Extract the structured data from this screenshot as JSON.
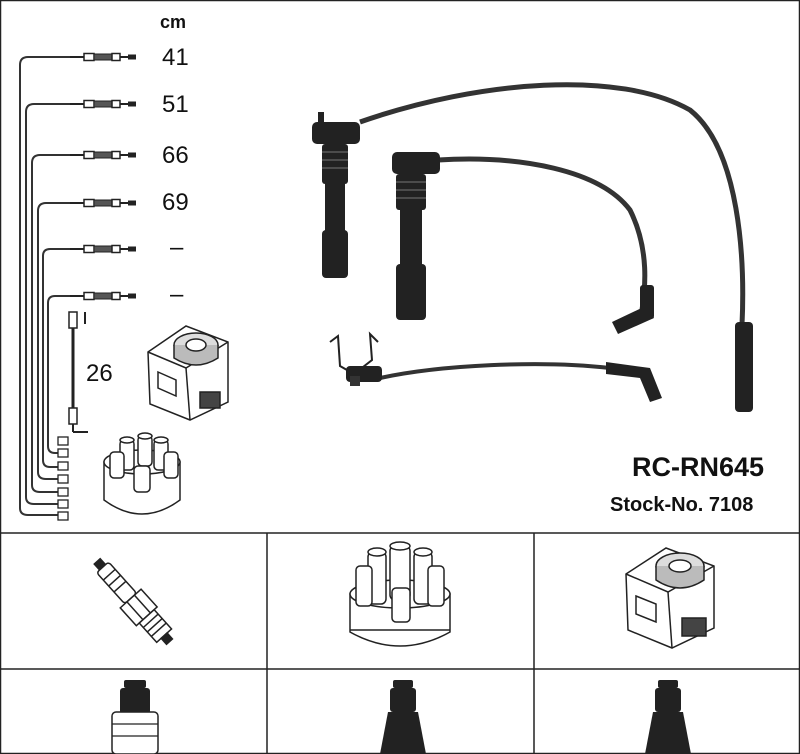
{
  "diagram": {
    "unit": "cm",
    "lengths": [
      "41",
      "51",
      "66",
      "69",
      "–",
      "–"
    ],
    "coil_lead_length": "26",
    "product_code": "RC-RN645",
    "stock_number": "Stock-No. 7108"
  },
  "icons": [
    "spark-plug-icon",
    "distributor-cap-icon",
    "ignition-coil-icon",
    "spark-plug-boot-icon",
    "distributor-cap-boot-icon",
    "ignition-coil-boot-icon"
  ]
}
